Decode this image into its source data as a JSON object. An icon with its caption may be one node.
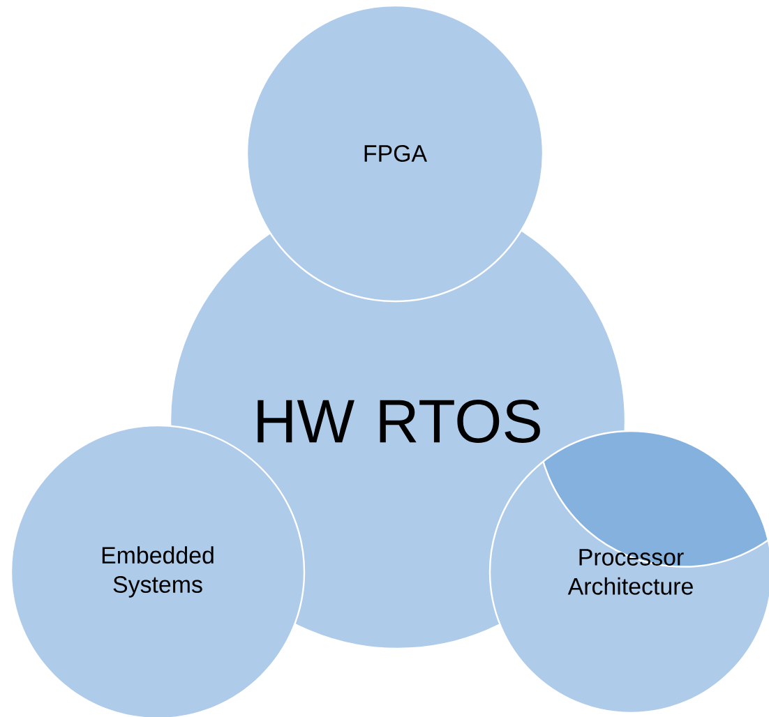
{
  "diagram": {
    "nodes": [
      {
        "text": [
          "FPGA"
        ]
      },
      {
        "text": [
          "HW RTOS"
        ]
      },
      {
        "text": [
          "Embedded Systems"
        ]
      },
      {
        "text": [
          "Processor Architecture"
        ]
      }
    ]
  }
}
